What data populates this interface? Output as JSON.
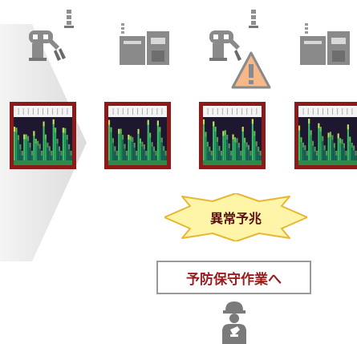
{
  "alert": {
    "label": "異常予兆"
  },
  "action": {
    "label": "予防保守作業へ"
  },
  "colors": {
    "panel_border": "#8b1a1a",
    "alert_fill": "#fff5a8",
    "alert_border": "#e8b632",
    "action_text": "#9a1c1c",
    "equipment_gray": "#8a8a8a",
    "warning_orange": "#f2a36a"
  },
  "machines": [
    {
      "type": "robot-arm",
      "icon": "robot-arm-icon",
      "warning": false
    },
    {
      "type": "control-cabinet",
      "icon": "control-cabinet-icon",
      "warning": false
    },
    {
      "type": "robot-arm",
      "icon": "robot-arm-icon",
      "warning": true
    },
    {
      "type": "control-cabinet",
      "icon": "control-cabinet-icon",
      "warning": false
    }
  ]
}
